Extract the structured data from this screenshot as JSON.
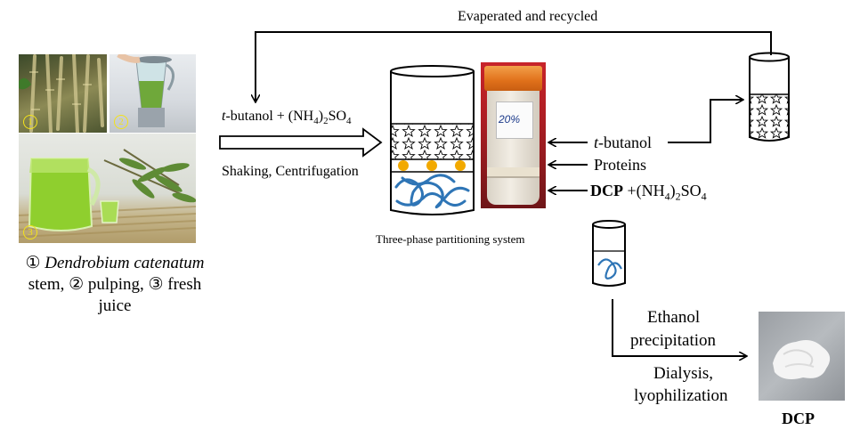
{
  "labels": {
    "recycle": "Evaperated and recycled",
    "reagent_prefix": "t",
    "reagent_rest": "-butanol + (NH",
    "reagent_sub1": "4",
    "reagent_close": ")",
    "reagent_sub2": "2",
    "reagent_so": "SO",
    "reagent_sub3": "4",
    "shaking": "Shaking, Centrifugation",
    "tpp_caption": "Three-phase partitioning system",
    "phase_tbutanol_prefix": "t",
    "phase_tbutanol_rest": "-butanol",
    "phase_proteins": "Proteins",
    "phase_dcp": "DCP",
    "phase_salt_open": "+(NH",
    "phase_salt_sub1": "4",
    "phase_salt_close": ")",
    "phase_salt_sub2": "2",
    "phase_salt_so": "SO",
    "phase_salt_sub3": "4",
    "ethanol": "Ethanol",
    "precipitation": "precipitation",
    "dialysis": "Dialysis,",
    "lyophilization": "lyophilization",
    "product": "DCP",
    "photo_tube_label": "20%",
    "source_line1_num": "①",
    "source_line1_italic": "Dendrobium catenatum",
    "source_line2": "stem, ② pulping, ③ fresh",
    "source_line3": "juice",
    "photo_num1": "1",
    "photo_num2": "2",
    "photo_num3": "3"
  },
  "colors": {
    "line": "#000000",
    "polysaccharide": "#2e75b6",
    "protein": "#f2a900",
    "juice": "#7cc43a",
    "tube_lid": "#f07a1a"
  }
}
